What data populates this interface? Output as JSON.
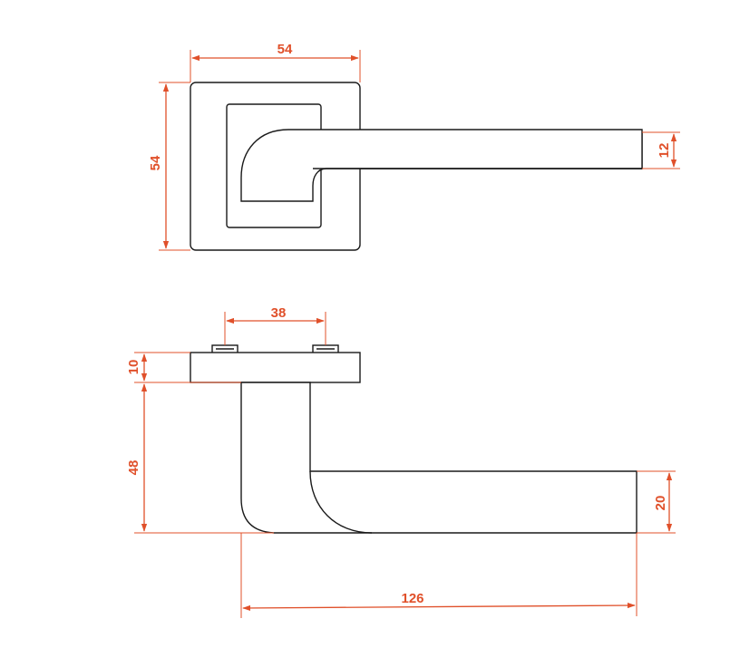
{
  "dimensions": {
    "rose_width": "54",
    "rose_height": "54",
    "lever_thickness_top": "12",
    "screw_spacing": "38",
    "rose_depth": "10",
    "neck_height": "48",
    "lever_thickness_side": "20",
    "lever_length": "126"
  },
  "colors": {
    "dimension": "#e0502a",
    "outline": "#1a1a1a",
    "background": "#ffffff"
  }
}
